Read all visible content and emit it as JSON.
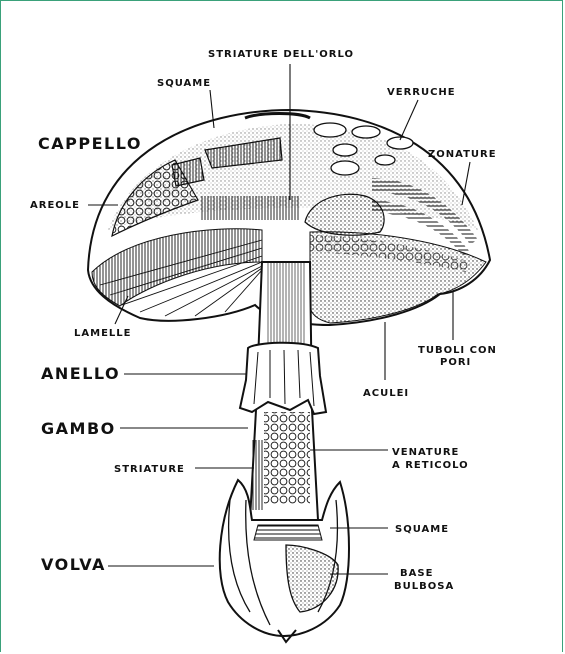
{
  "labels": {
    "striature_orlo": "STRIATURE DELL'ORLO",
    "squame_top": "SQUAME",
    "verruche": "VERRUCHE",
    "cappello": "CAPPELLO",
    "zonature": "ZONATURE",
    "areole": "AREOLE",
    "lamelle": "LAMELLE",
    "tuboli_1": "TUBOLI CON",
    "tuboli_2": "PORI",
    "anello": "ANELLO",
    "aculei": "ACULEI",
    "gambo": "GAMBO",
    "venature_1": "VENATURE",
    "venature_2": "A RETICOLO",
    "striature": "STRIATURE",
    "squame_bottom": "SQUAME",
    "volva": "VOLVA",
    "base_1": "BASE",
    "base_2": "BULBOSA"
  },
  "colors": {
    "frame": "#3aa17a",
    "ink": "#111111"
  }
}
